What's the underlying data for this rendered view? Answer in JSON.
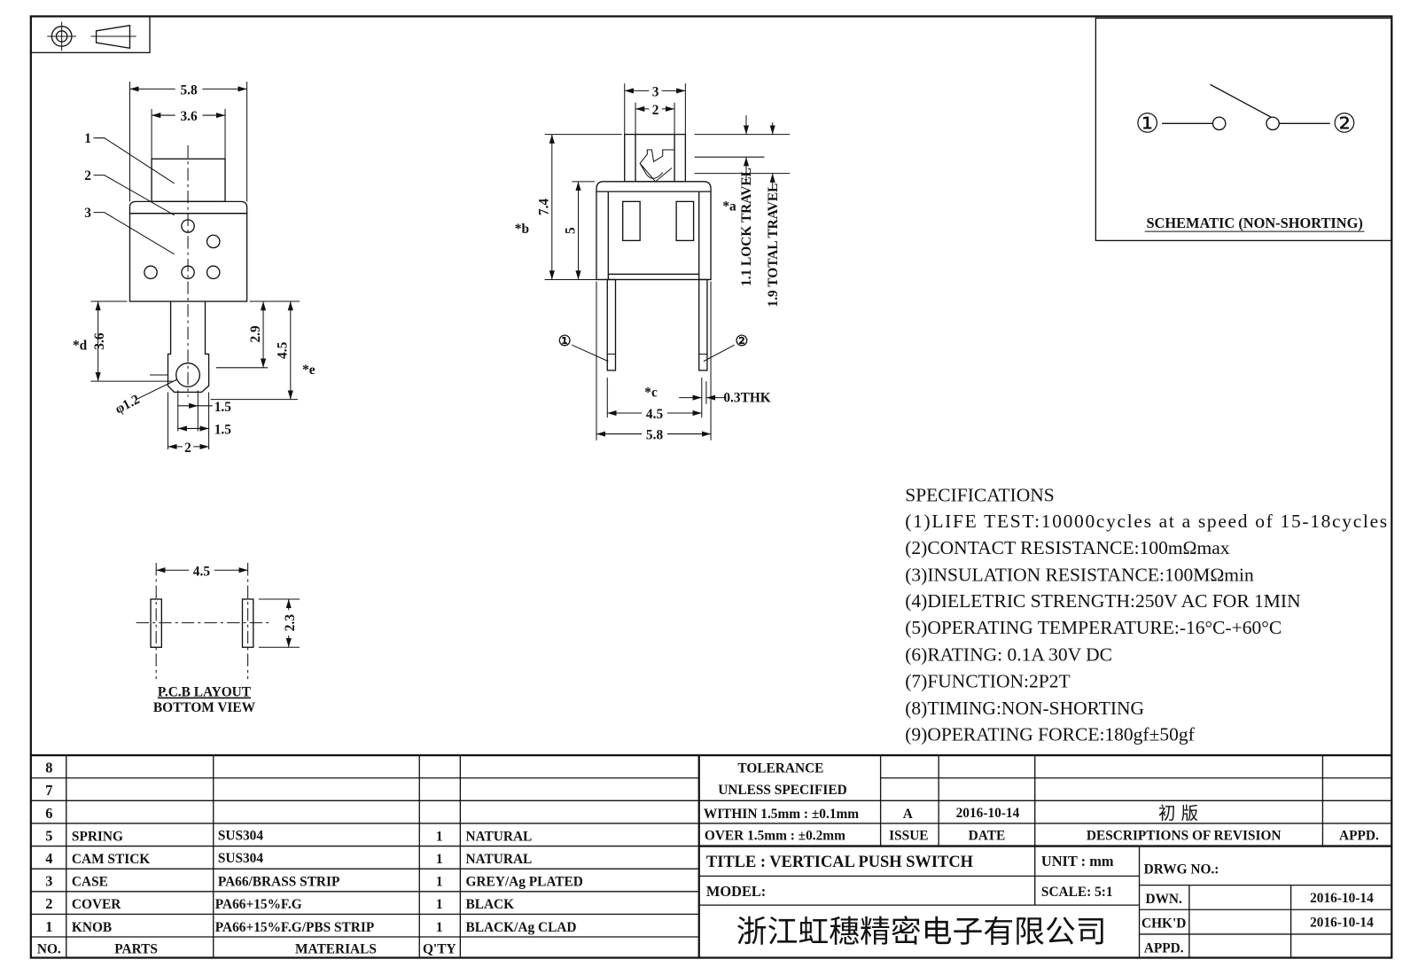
{
  "projection_symbol": "first-angle-projection-icon",
  "top_view": {
    "dims": {
      "width_overall": "5.8",
      "knob_width": "3.6",
      "d_value": "3.6",
      "d_label": "*d",
      "e_inner": "2.9",
      "e_outer": "4.5",
      "e_label": "*e",
      "hole": "φ1.2",
      "lug_a": "1.5",
      "lug_b": "1.5",
      "lug_w": "2"
    },
    "callouts": [
      "1",
      "2",
      "3"
    ]
  },
  "front_view": {
    "dims": {
      "knob_outer": "3",
      "knob_inner": "2",
      "height_total": "7.4",
      "b_label": "*b",
      "body_height": "5",
      "a_label": "*a",
      "lock_travel": "1.1 LOCK TRAVEL",
      "total_travel": "1.9 TOTAL TRAVEL",
      "pin_pitch": "4.5",
      "c_label": "*c",
      "width": "5.8",
      "thickness": "0.3THK"
    },
    "pins": [
      "①",
      "②"
    ]
  },
  "pcb_layout": {
    "pitch": "4.5",
    "pad_length": "2.3",
    "label_1": "P.C.B LAYOUT",
    "label_2": "BOTTOM VIEW"
  },
  "schematic": {
    "terminal_1": "①",
    "terminal_2": "②",
    "caption": "SCHEMATIC (NON-SHORTING)"
  },
  "specifications": {
    "title": "SPECIFICATIONS",
    "items": [
      "(1)LIFE TEST:10000cycles at a speed of 15-18cycles",
      "(2)CONTACT RESISTANCE:100mΩmax",
      "(3)INSULATION RESISTANCE:100MΩmin",
      "(4)DIELETRIC STRENGTH:250V AC FOR 1MIN",
      "(5)OPERATING TEMPERATURE:-16°C-+60°C",
      "(6)RATING: 0.1A 30V DC",
      "(7)FUNCTION:2P2T",
      "(8)TIMING:NON-SHORTING",
      "(9)OPERATING FORCE:180gf±50gf"
    ]
  },
  "bom": {
    "headers": {
      "no": "NO.",
      "parts": "PARTS",
      "materials": "MATERIALS",
      "qty": "Q'TY"
    },
    "rows": [
      {
        "no": "8",
        "part": "",
        "material": "",
        "qty": "",
        "finish": ""
      },
      {
        "no": "7",
        "part": "",
        "material": "",
        "qty": "",
        "finish": ""
      },
      {
        "no": "6",
        "part": "",
        "material": "",
        "qty": "",
        "finish": ""
      },
      {
        "no": "5",
        "part": "SPRING",
        "material": "SUS304",
        "qty": "1",
        "finish": "NATURAL"
      },
      {
        "no": "4",
        "part": "CAM STICK",
        "material": "SUS304",
        "qty": "1",
        "finish": "NATURAL"
      },
      {
        "no": "3",
        "part": "CASE",
        "material": "PA66/BRASS STRIP",
        "qty": "1",
        "finish": "GREY/Ag PLATED"
      },
      {
        "no": "2",
        "part": "COVER",
        "material": "PA66+15%F.G",
        "qty": "1",
        "finish": "BLACK"
      },
      {
        "no": "1",
        "part": "KNOB",
        "material": "PA66+15%F.G/PBS STRIP",
        "qty": "1",
        "finish": "BLACK/Ag CLAD"
      }
    ]
  },
  "title_block": {
    "tolerance_1": "TOLERANCE",
    "tolerance_2": "UNLESS  SPECIFIED",
    "within": "WITHIN 1.5mm : ±0.1mm",
    "over": "OVER 1.5mm : ±0.2mm",
    "revision": {
      "issue": "A",
      "date": "2016-10-14",
      "description": "初  版"
    },
    "rev_headers": {
      "issue": "ISSUE",
      "date": "DATE",
      "description": "DESCRIPTIONS OF REVISION",
      "appd": "APPD."
    },
    "title": "TITLE :  VERTICAL PUSH SWITCH",
    "unit": "UNIT :  mm",
    "model": "MODEL:",
    "scale": "SCALE:  5:1",
    "drwg_no": "DRWG NO.:",
    "company": "浙江虹穗精密电子有限公司",
    "dwn_label": "DWN.",
    "dwn_date": "2016-10-14",
    "chkd_label": "CHK'D",
    "chkd_date": "2016-10-14",
    "appd_label": "APPD."
  }
}
